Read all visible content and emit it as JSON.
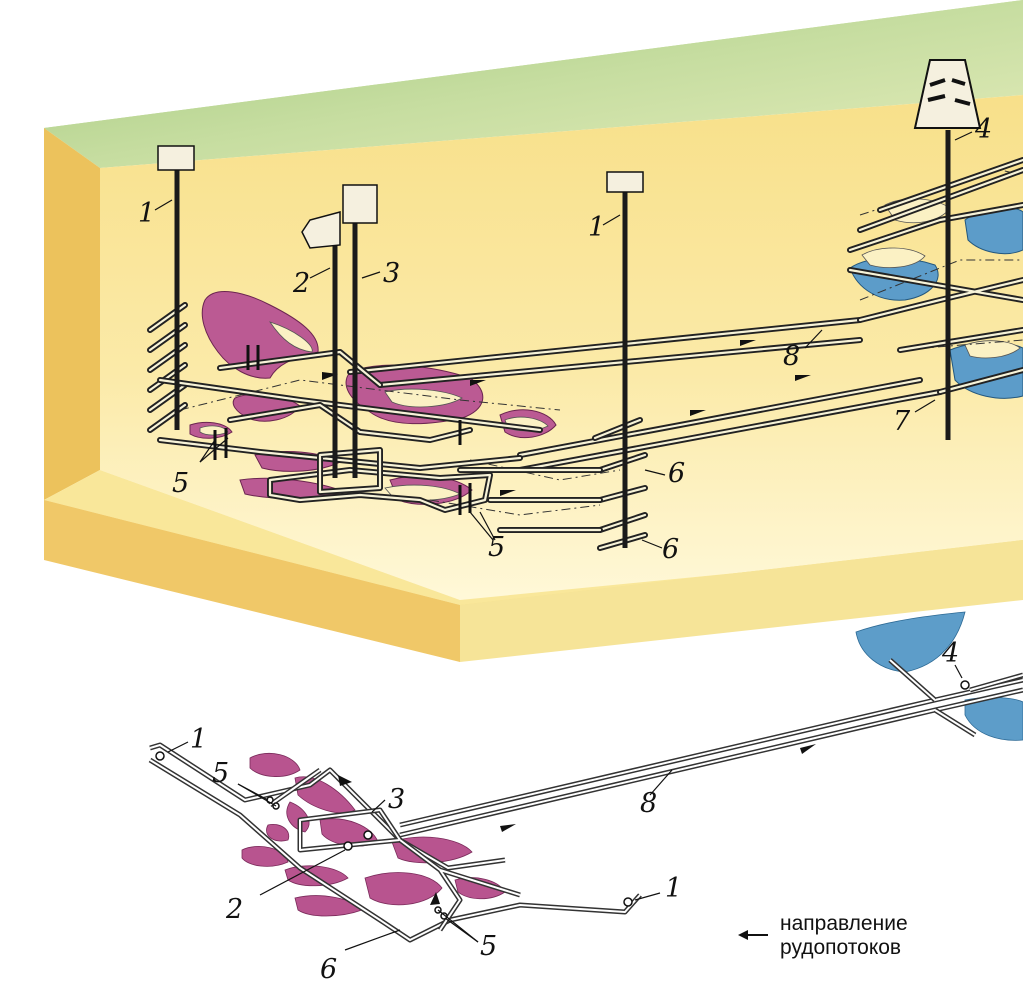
{
  "labels": {
    "shaft_1": "1",
    "shaft_2": "2",
    "shaft_3": "3",
    "shaft_4": "4",
    "raise_5": "5",
    "level_6": "6",
    "shaft_7": "7",
    "haulage_8": "8"
  },
  "legend": {
    "line1": "направление",
    "line2": "рудопотоков"
  },
  "colors": {
    "surface": "#b9d48e",
    "rock_top": "#f5dc8a",
    "rock_front": "#f1cf6e",
    "rock_inner": "#fdf3c2",
    "ore_body_a": "#b8548f",
    "ore_body_b": "#5d9dc9"
  }
}
